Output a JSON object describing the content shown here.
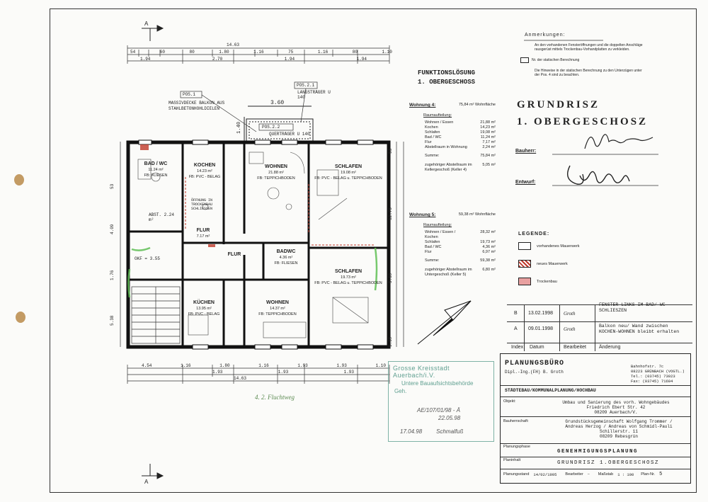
{
  "section_markers": {
    "top_a": "A",
    "bottom_a": "A"
  },
  "dimensions": {
    "top_row1": [
      "54",
      "60",
      "80",
      "1.80",
      "1.16",
      "75",
      "1.16",
      "80",
      "1.10"
    ],
    "top_row2": [
      "1.94",
      "2.70",
      "1.94",
      "1.94"
    ],
    "top_total": "14.63",
    "bottom_row1": [
      "4.54",
      "1.16",
      "1.80",
      "1.16",
      "1.93",
      "1.93",
      "1.10"
    ],
    "bottom_row2": [
      "1.93",
      "1.93",
      "1.93"
    ],
    "bottom_total": "14.63",
    "left": [
      "5.38",
      "1.76",
      "4.09",
      "53"
    ],
    "right": [
      "5.59",
      "5.59",
      "12.75",
      "53"
    ],
    "balcony_width": "3.60",
    "balcony_depth": "1.40"
  },
  "callouts": {
    "pos1": "POS.1",
    "balcony_note": "MASSIVDECKE BALKON AUS STAHLBETONHOHLDIELEN",
    "pos21": "POS.2.1",
    "langstrager": "LANGSTRÄGER U 140",
    "pos22": "POS.2.2",
    "querstrager": "QUERTRÄGER U 140"
  },
  "rooms": [
    {
      "name": "BAD / WC",
      "area": "11.24 m²",
      "floor": "FB: FLIESEN"
    },
    {
      "name": "KOCHEN",
      "area": "14.23 m²",
      "floor": "FB: PVC - BELAG"
    },
    {
      "name": "WOHNEN",
      "area": "21.88 m²",
      "floor": "FB: TEPPICHBODEN"
    },
    {
      "name": "SCHLAFEN",
      "area": "19.08 m²",
      "floor": "FB: PVC - BELAG u. TEPPICHBODEN"
    },
    {
      "name": "FLUR",
      "area": "7.17 m²",
      "floor": ""
    },
    {
      "name": "BADWC",
      "area": "4.36 m²",
      "floor": "FB: FLIESEN"
    },
    {
      "name": "FLUR",
      "area": "",
      "floor": ""
    },
    {
      "name": "SCHLAFEN",
      "area": "19.73 m²",
      "floor": "FB: PVC - BELAG u. TEPPICHBODEN"
    },
    {
      "name": "KÜCHEN",
      "area": "13.95 m²",
      "floor": "FB: PVC - BELAG"
    },
    {
      "name": "WOHNEN",
      "area": "14.37 m²",
      "floor": "FB: TEPPICHBODEN"
    }
  ],
  "plan_notes": {
    "okff": "OKF = 3.55",
    "abst": "ABST. 2.24 m²",
    "trockenbau": "ÖFFNUNG IN TROCKENBAU SCHLIESSEN",
    "handwritten": "4. 2. Fluchtweg"
  },
  "function": {
    "heading1": "FUNKTIONSLÖSUNG",
    "heading2": "1. OBERGESCHOSS",
    "w4": {
      "title": "Wohnung 4:",
      "total": "75,84 m² Wohnfläche",
      "split_label": "Raumaufteilung:",
      "items": [
        {
          "label": "Wohnen / Essen",
          "value": "21,88 m²"
        },
        {
          "label": "Kochen",
          "value": "14,23 m²"
        },
        {
          "label": "Schlafen",
          "value": "19,08 m²"
        },
        {
          "label": "Bad / WC",
          "value": "11,24 m²"
        },
        {
          "label": "Flur",
          "value": "7,17 m²"
        },
        {
          "label": "Abstellraum in Wohnung",
          "value": "2,24 m²"
        }
      ],
      "sum_label": "Summe:",
      "sum_value": "75,84 m²",
      "extra": "zugehöriger Abstellraum im Kellergeschoß (Keller 4)",
      "extra_value": "5,05 m²"
    },
    "w5": {
      "title": "Wohnung 5:",
      "total": "59,38 m² Wohnfläche",
      "split_label": "Raumaufteilung:",
      "items": [
        {
          "label": "Wohnen / Essen / Kochen",
          "value": "28,32 m²"
        },
        {
          "label": "Schlafen",
          "value": "19,73 m²"
        },
        {
          "label": "Bad / WC",
          "value": "4,36 m²"
        },
        {
          "label": "Flur",
          "value": "6,97 m²"
        }
      ],
      "sum_label": "Summe:",
      "sum_value": "59,38 m²",
      "extra": "zugehöriger Abstellraum im Untergeschoß (Keller 5)",
      "extra_value": "6,80 m²"
    }
  },
  "notes": {
    "title": "Anmerkungen:",
    "n1": "An den vorhandenen Fensteröffnungen und die doppelten Anschläge rausgerüst mittels Trockenbau-Vorhandplatten zu verkleiden.",
    "n2": "Nr. der statischen Berechnung",
    "n3": "Die Hinweise in der statischen Berechnung zu den Unterzügen unter der Pos. 4 sind zu beachten."
  },
  "grundriss": {
    "title1": "GRUNDRISZ",
    "title2": "1. OBERGESCHOSZ"
  },
  "signatures": {
    "bauherr_label": "Bauherr:",
    "entwurf_label": "Entwurf:"
  },
  "legend": {
    "title": "LEGENDE:",
    "items": [
      {
        "label": "vorhandenes Mauerwerk",
        "color": "#ffffff"
      },
      {
        "label": "neues Mauerwerk",
        "color": "#c0392b"
      },
      {
        "label": "Trockenbau",
        "color": "#e8a0a0"
      }
    ]
  },
  "revisions": {
    "rows": [
      {
        "idx": "B",
        "date": "13.02.1998",
        "sign": "Groth",
        "change": "FENSTER LINKS IM BAD/ WC SCHLIESZEN"
      },
      {
        "idx": "A",
        "date": "09.01.1998",
        "sign": "Groth",
        "change": "Balkon neu/ Wand zwischen KOCHEN-WOHNEN bleibt erhalten"
      }
    ],
    "headers": {
      "idx": "Index",
      "date": "Datum",
      "sign": "Bearbeitet",
      "change": "Änderung"
    }
  },
  "stamp": {
    "line1": "Grosse Kreisstadt Auerbach/i.V.",
    "line2": "Untere Bauaufsichtsbehörde",
    "line3": "Geh.",
    "file": "AE/107/01/98 - Ä",
    "date1": "22.05.98",
    "date2": "17.04.98",
    "sign": "Schmalfuß"
  },
  "planbureau": {
    "name": "PLANUNGSBÜRO",
    "engineer": "Dipl.-Ing.(FH) B. Groth",
    "addr1": "Bahnhofstr. 7c",
    "addr2": "08223 GRÜNBACH (VOGTL.)",
    "tel": "Tel.: (03745) 73023",
    "fax": "Fax: (03745) 71604",
    "discipline": "STÄDTEBAU/KOMMUNALPLANUNG/HOCHBAU",
    "objekt_label": "Objekt:",
    "objekt1": "Umbau und Sanierung des vorh. Wohngebäudes",
    "objekt2": "Friedrich Ebert Str. 42",
    "objekt3": "08209 Auerbach/V.",
    "bauherr_label": "Bauherrschaft:",
    "bauherr1": "Grundstücksgemeinschaft Wolfgang Trommer /",
    "bauherr2": "Andreas Herzog / Andreas von Schmidl-Pauli",
    "bauherr3": "Schillerstr. 11",
    "bauherr4": "08209 Rebesgrün",
    "phase_label": "Planungsphase",
    "phase": "GENEHMIGUNGSPLANUNG",
    "plan_label": "Planinhalt",
    "plan": "GRUNDRISZ 1.OBERGESCHOSZ",
    "stand_label": "Planungsstand",
    "stand": "14/02/1995",
    "bearb_label": "Bearbeiter",
    "massstab_label": "Maßstab",
    "massstab": "1 : 100",
    "plannr_label": "Plan-Nr.",
    "plannr": "5"
  }
}
